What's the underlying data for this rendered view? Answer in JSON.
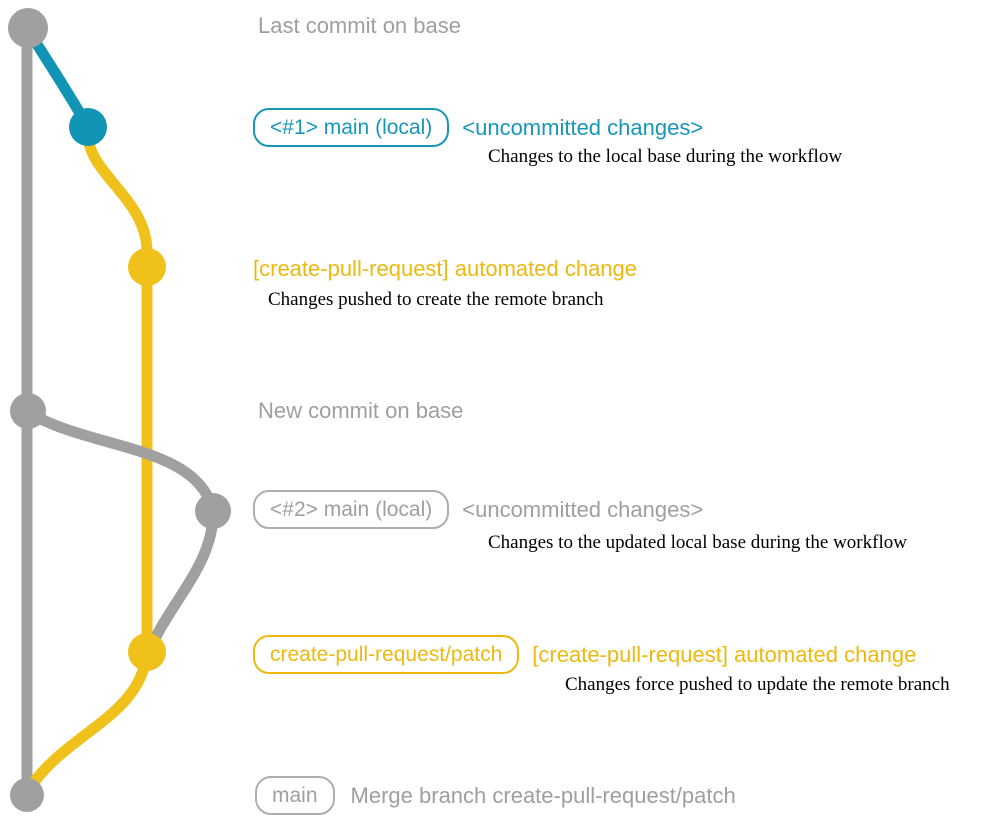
{
  "colors": {
    "graph_gray": "#a0a0a0",
    "graph_teal": "#1194b6",
    "graph_yellow": "#efc11a",
    "text_gray": "#9f9f9f",
    "text_teal": "#1697ba",
    "text_yellow": "#edb90f",
    "note_black": "#000000"
  },
  "rows": {
    "last_commit": {
      "heading": "Last commit on base"
    },
    "local_main_1": {
      "badge": "<#1> main (local)",
      "heading": "<uncommitted changes>",
      "note": "Changes to the local base during the workflow"
    },
    "automated_change_1": {
      "heading": "[create-pull-request] automated change",
      "note": "Changes pushed to create the remote branch"
    },
    "new_commit": {
      "heading": "New commit on base"
    },
    "local_main_2": {
      "badge": "<#2> main (local)",
      "heading": "<uncommitted changes>",
      "note": "Changes to the updated local base during the workflow"
    },
    "patch_branch": {
      "badge": "create-pull-request/patch",
      "heading": "[create-pull-request] automated change",
      "note": "Changes force pushed to update the remote branch"
    },
    "merge": {
      "badge": "main",
      "heading": "Merge branch create-pull-request/patch"
    }
  },
  "graph": {
    "nodes": [
      {
        "id": "last-commit-on-base",
        "color": "gray"
      },
      {
        "id": "local-main-1",
        "color": "teal"
      },
      {
        "id": "automated-change-1",
        "color": "yellow"
      },
      {
        "id": "new-commit-on-base",
        "color": "gray"
      },
      {
        "id": "local-main-2",
        "color": "gray"
      },
      {
        "id": "automated-change-2",
        "color": "yellow"
      },
      {
        "id": "merge-commit",
        "color": "gray"
      }
    ]
  }
}
